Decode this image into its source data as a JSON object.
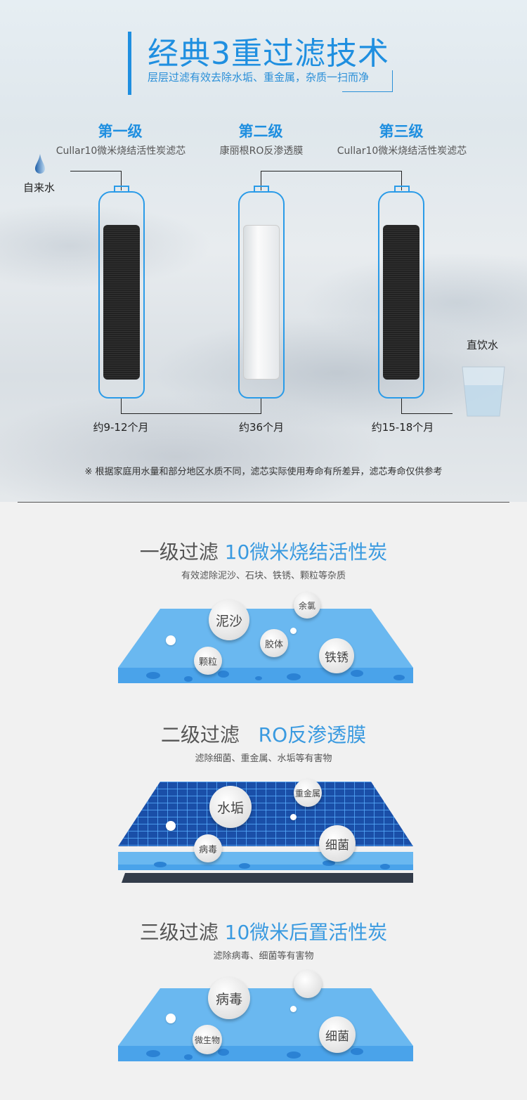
{
  "header": {
    "title": "经典3重过滤技术",
    "subtitle": "层层过滤有效去除水垢、重金属，杂质一扫而净"
  },
  "stages": [
    {
      "label": "第一级",
      "desc": "Cullar10微米烧结活性炭滤芯",
      "duration": "约9-12个月"
    },
    {
      "label": "第二级",
      "desc": "康丽根RO反渗透膜",
      "duration": "约36个月"
    },
    {
      "label": "第三级",
      "desc": "Cullar10微米烧结活性炭滤芯",
      "duration": "约15-18个月"
    }
  ],
  "input_label": "自来水",
  "output_label": "直饮水",
  "note": "※ 根据家庭用水量和部分地区水质不同，滤芯实际使用寿命有所差异，滤芯寿命仅供参考",
  "sections": [
    {
      "title_a": "一级过滤",
      "title_b": "10微米烧结活性炭",
      "sub": "有效滤除泥沙、石块、铁锈、颗粒等杂质",
      "balls": [
        "泥沙",
        "余氯",
        "胶体",
        "颗粒",
        "铁锈"
      ]
    },
    {
      "title_a": "二级过滤",
      "title_b": "RO反渗透膜",
      "sub": "滤除细菌、重金属、水垢等有害物",
      "balls": [
        "水垢",
        "重金属",
        "病毒",
        "细菌"
      ]
    },
    {
      "title_a": "三级过滤",
      "title_b": "10微米后置活性炭",
      "sub": "滤除病毒、细菌等有害物",
      "balls": [
        "病毒",
        "微生物",
        "细菌"
      ]
    }
  ]
}
